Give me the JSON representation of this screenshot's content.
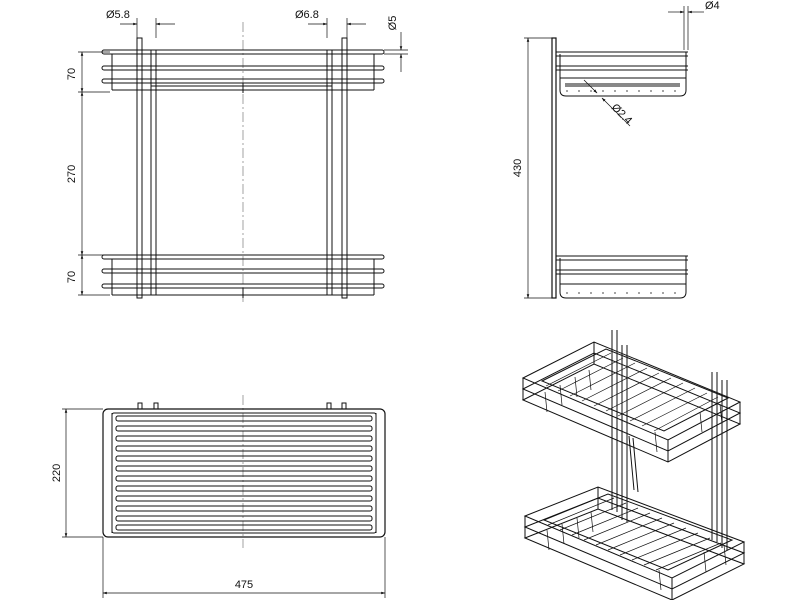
{
  "dimensions": {
    "front": {
      "dia_left": "Ø5.8",
      "dia_right": "Ø6.8",
      "dia_top": "Ø5",
      "height_top_tier": "70",
      "height_gap": "270",
      "height_bottom_tier": "70"
    },
    "side": {
      "dia_wire": "Ø4",
      "dia_bottom": "Ø2.4",
      "total_height": "430"
    },
    "top": {
      "depth": "220",
      "width": "475"
    }
  },
  "colors": {
    "line": "#111111",
    "centerline": "#666666",
    "background": "#ffffff"
  }
}
